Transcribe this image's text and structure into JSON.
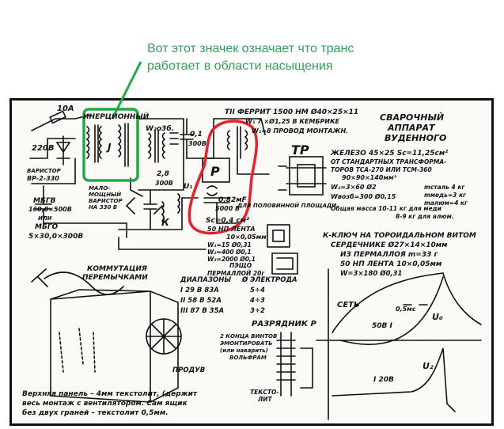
{
  "annotation": {
    "line1": "Вот этот значек означает что транс",
    "line2": "работает в области насыщения"
  },
  "colors": {
    "annotation": "#2fa35a",
    "highlight_green": "#1faa4a",
    "highlight_red": "#e8202a",
    "ink": "#111111"
  },
  "schematic": {
    "fuse": "10А",
    "inertial": "ИНЕРЦИОННЫЙ",
    "w_winding": "W₂о3б.",
    "v220": "220В",
    "varistor": "ВАРИСТОР",
    "varistor_part": "ВР-2-330",
    "mbgv": "МБГВ",
    "mbgv_val": "160,0×500В",
    "ili": "ИЛИ",
    "mbgo": "МБГО",
    "mbgo_val": "5×30,0×300В",
    "inertial_inner": "J",
    "mini": "МАЛО-",
    "mini2": "МОЩНЫЙ",
    "mini3": "ВАРИСТОР",
    "mini4": "НА 330 В",
    "cap1": "0,1",
    "cap1v": "300В",
    "cap2": "2,8",
    "cap2v": "300В",
    "k": "К",
    "u1": "U₁",
    "r": "Р",
    "cap3": "0,82мF",
    "cap3v": "5000 В",
    "ferrite": "ТII ФЕРРИТ 1500 НМ Ø40×25×11",
    "ferrite2": "W₁ 7 ×Ø1,25 В КЕМБРИКЕ",
    "ferrite3": "W₁=8 ПРОВОД МОНТАЖН.",
    "title1": "СВАРОЧНЫЙ",
    "title2": "АППАРАТ",
    "title3": "ВУДЕННОГО",
    "tp": "ТР",
    "iron": "ЖЕЛЕЗО 45×25  Sс=11,25см²",
    "iron2": "ОТ СТАНДАРТНЫХ ТРАНСФОРМА-",
    "iron3": "ТОРОВ  ТСА-270 ИЛИ ТСМ-360",
    "iron4": "90×90×140мм³",
    "w2": "W₂=3×60 Ø2",
    "wvozb": "Wвозб=300 Ø0,15",
    "mstali": "mсталь 4 кг",
    "mmedi": "mмедь=3 кг",
    "malum": "mалюм=4 кг",
    "total": "Общая масса 10-11 кг для меди",
    "total2": "8-9 кг для алюм.",
    "sc": "Sс=0,4 см²",
    "lenta": "50 НП ЛЕНТА",
    "lenta2": "10×0,05мм",
    "wl1": "W₁=15 Ø0,31",
    "wl2": "W₂=400 Ø0,1",
    "wl3": "W₃=2000 Ø0,1",
    "pesh": "ПЭЩО",
    "permalloy": "ПЕРМАЛЛОЙ 20г",
    "k_key": "К-КЛЮЧ НА ТОРОИДАЛЬНОМ ВИТОМ",
    "k_key2": "СЕРДЕЧНИКЕ Ø27×14×10мм",
    "k_key3": "ИЗ ПЕРМАЛЛОЯ m=33 г",
    "k_key4": "50 НП ЛЕНТА 10×0,05мм",
    "k_key5": "W=3×180 Ø0,31",
    "cable": "ДЛЯ ПОЛОВИННОЙ ПЛОЩАДИ",
    "commut": "КОММУТАЦИЯ",
    "commut2": "ПЕРЕМЫЧКАМИ",
    "ranges": "ДИАПАЗОНЫ",
    "electrode": "Ø ЭЛЕКТРОДА",
    "r1": "I   29 В 83А",
    "r1e": "5÷4",
    "r2": "II  58 В 52А",
    "r2e": "4÷3",
    "r3": "III 87 В 35А",
    "r3e": "3÷2",
    "blow": "ПРОДУВ",
    "arrester": "РАЗРЯДНИК Р",
    "arrester2": "2 КОНЦА ВИНТОВ",
    "arrester3": "ЭМОНТИРОВАТЬ",
    "arrester4": "(или наварить)",
    "arrester5": "ВОЛЬФРАМ",
    "textolit": "ТЕКСТО-",
    "textolit2": "ЛИТ",
    "bottom1": "Верхняя панель – 4мм текстолит, (держит",
    "bottom2": "весь монтаж с вентилятором. Сам ящик",
    "bottom3": "без двух граней – текстолит 0,5мм.",
    "net": "СЕТЬ",
    "time": "0,5мс",
    "i50": "50В I",
    "u0": "U₀",
    "u2": "U₂",
    "i20": "I 20В"
  }
}
